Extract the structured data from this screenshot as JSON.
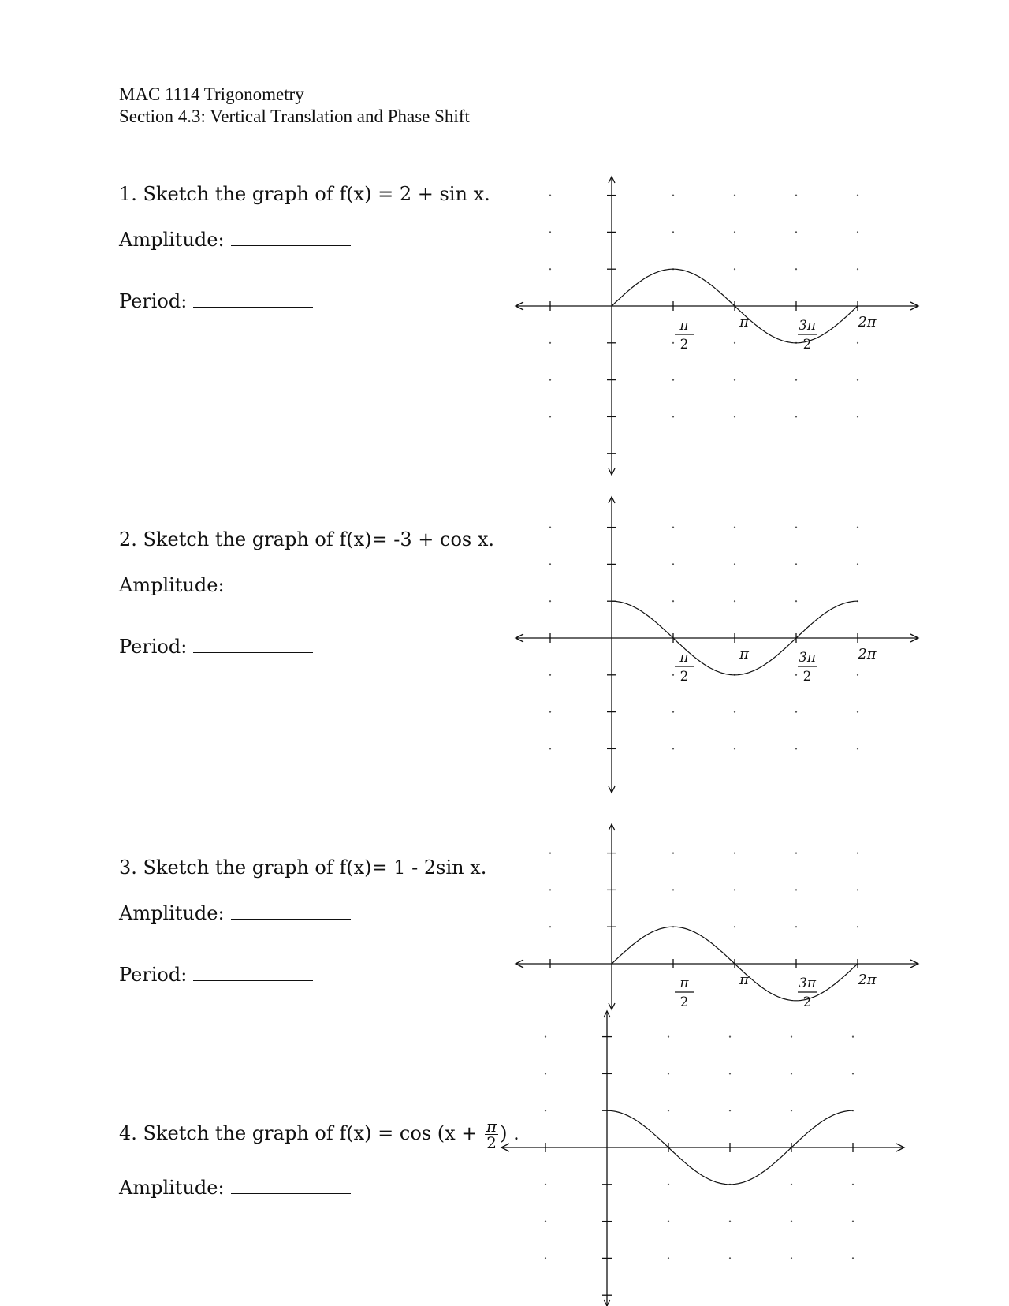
{
  "header": {
    "course": "MAC 1114  Trigonometry",
    "section": "Section 4.3:  Vertical Translation and Phase Shift"
  },
  "problems": [
    {
      "prompt": "1.  Sketch the graph of f(x) = 2 + sin x.",
      "amplitude_label": "Amplitude:",
      "period_label": "Period:",
      "x_tick_labels": [
        {
          "num": "π",
          "den": "2"
        },
        {
          "text": "π"
        },
        {
          "num": "3π",
          "den": "2"
        },
        {
          "text": "2π"
        }
      ],
      "curve": {
        "function": "sin",
        "amplitude": 1,
        "vertical_shift": 0,
        "phase": 0
      }
    },
    {
      "prompt": "2.  Sketch the graph of f(x)= -3 + cos x.",
      "amplitude_label": "Amplitude:",
      "period_label": "Period:",
      "x_tick_labels": [
        {
          "num": "π",
          "den": "2"
        },
        {
          "text": "π"
        },
        {
          "num": "3π",
          "den": "2"
        },
        {
          "text": "2π"
        }
      ],
      "curve": {
        "function": "cos",
        "amplitude": 1,
        "vertical_shift": 0,
        "phase": 0
      }
    },
    {
      "prompt": "3.  Sketch the graph of f(x)= 1 - 2sin x.",
      "amplitude_label": "Amplitude:",
      "period_label": "Period:",
      "x_tick_labels": [
        {
          "num": "π",
          "den": "2"
        },
        {
          "text": "π"
        },
        {
          "num": "3π",
          "den": "2"
        },
        {
          "text": "2π"
        }
      ],
      "curve": {
        "function": "sin",
        "amplitude": 1,
        "vertical_shift": 0,
        "phase": 0
      }
    },
    {
      "prompt_prefix": "4.  Sketch the graph of f(x) = cos (x + ",
      "prompt_frac_num": "π",
      "prompt_frac_den": "2",
      "prompt_suffix": ") .",
      "amplitude_label": "Amplitude:",
      "x_tick_labels": [],
      "curve": {
        "function": "cos",
        "amplitude": 1,
        "vertical_shift": 0,
        "phase": 0
      }
    }
  ]
}
